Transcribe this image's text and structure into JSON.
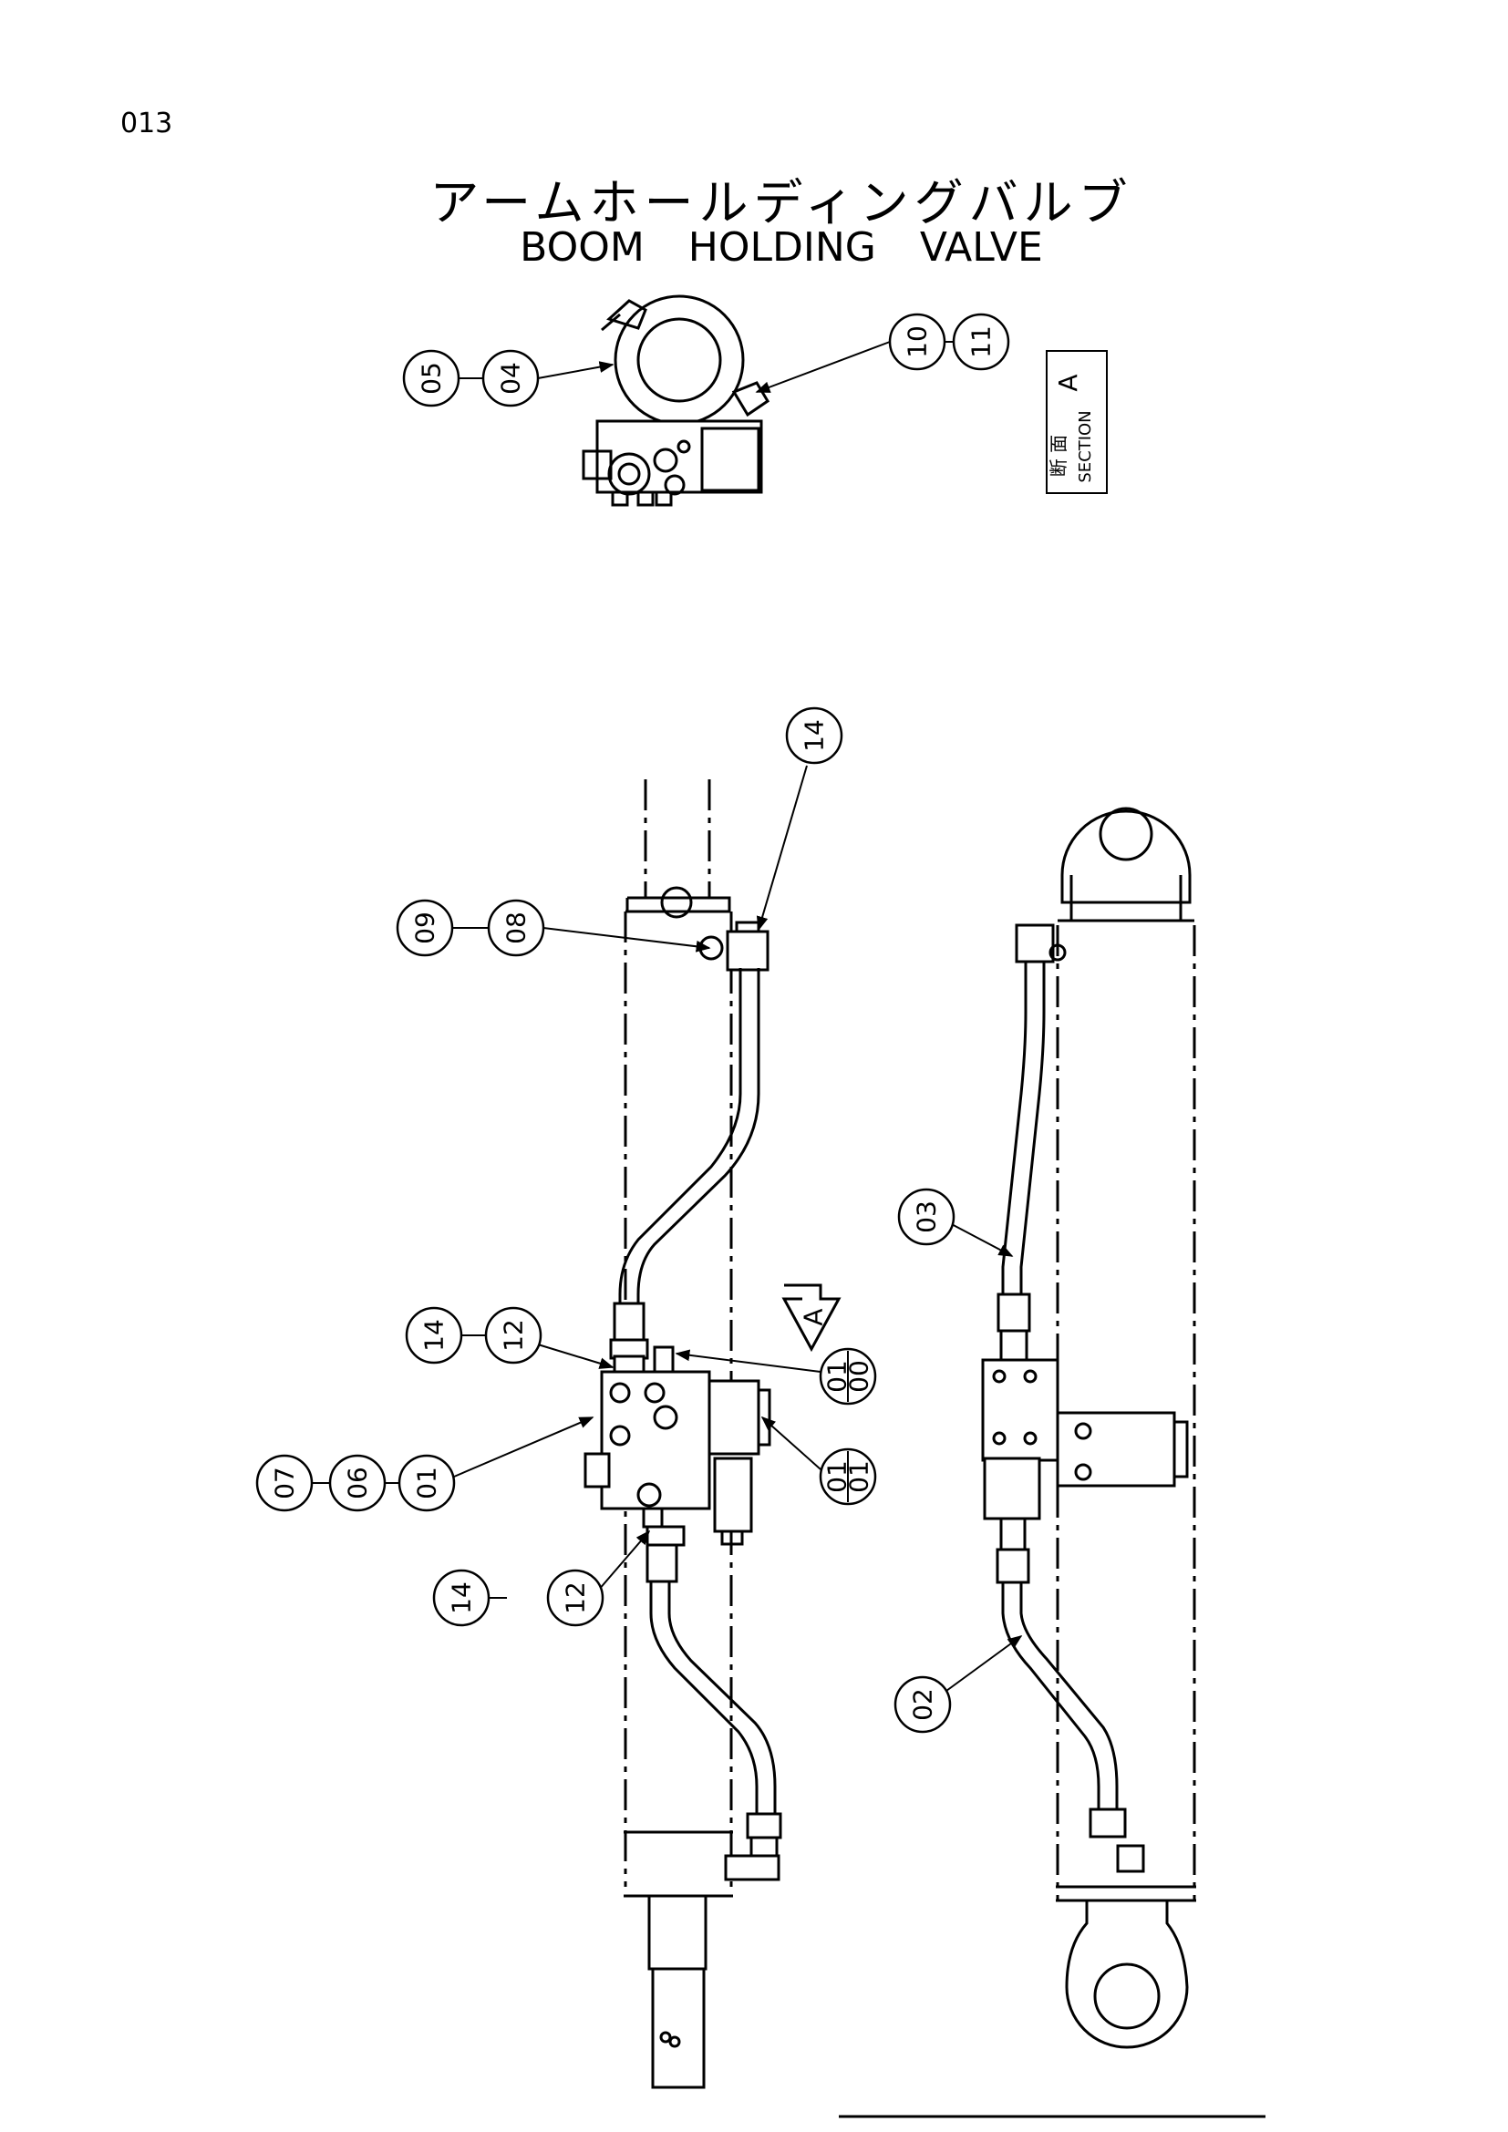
{
  "page_number": "013",
  "title_jp": "アームホールディングバルブ",
  "title_en": "BOOM HOLDING VALVE",
  "section_box": {
    "jp": "断 面",
    "en": "SECTION",
    "letter": "A"
  },
  "view_arrow_letter": "A",
  "callouts": {
    "c05": "05",
    "c04": "04",
    "c10": "10",
    "c11": "11",
    "c14a": "14",
    "c09": "09",
    "c08": "08",
    "c14b": "14",
    "c12b": "12",
    "c07": "07",
    "c06": "06",
    "c01": "01",
    "c14c": "14",
    "c12c": "12",
    "c03": "03",
    "c02": "02",
    "frac1_top": "01",
    "frac1_bottom": "00",
    "frac2_top": "01",
    "frac2_bottom": "01"
  }
}
